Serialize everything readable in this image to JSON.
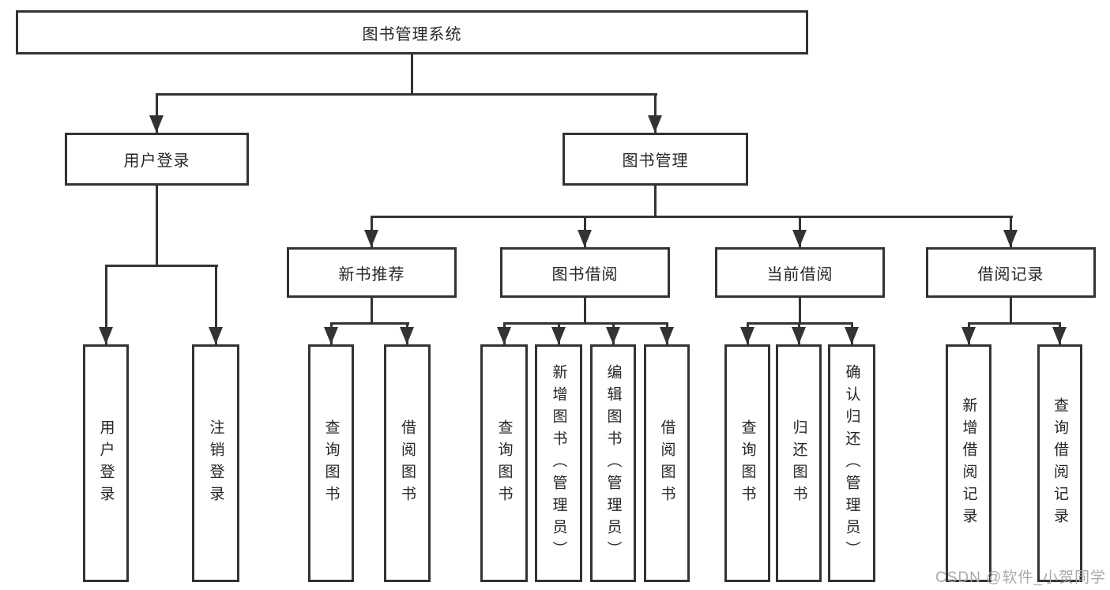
{
  "diagram": {
    "root": {
      "label": "图书管理系统"
    },
    "branches": [
      {
        "label": "用户登录",
        "children": [
          {
            "label": "用户登录"
          },
          {
            "label": "注销登录"
          }
        ]
      },
      {
        "label": "图书管理",
        "children": [
          {
            "label": "新书推荐",
            "children": [
              {
                "label": "查询图书"
              },
              {
                "label": "借阅图书"
              }
            ]
          },
          {
            "label": "图书借阅",
            "children": [
              {
                "label": "查询图书"
              },
              {
                "label": "新增图书（管理员）"
              },
              {
                "label": "编辑图书（管理员）"
              },
              {
                "label": "借阅图书"
              }
            ]
          },
          {
            "label": "当前借阅",
            "children": [
              {
                "label": "查询图书"
              },
              {
                "label": "归还图书"
              },
              {
                "label": "确认归还（管理员）"
              }
            ]
          },
          {
            "label": "借阅记录",
            "children": [
              {
                "label": "新增借阅记录"
              },
              {
                "label": "查询借阅记录"
              }
            ]
          }
        ]
      }
    ]
  },
  "watermark": {
    "text": "CSDN @软件_小贺同学"
  },
  "colors": {
    "line": "#333333",
    "text": "#262626",
    "watermark": "#a9a9a9",
    "background": "#ffffff"
  }
}
